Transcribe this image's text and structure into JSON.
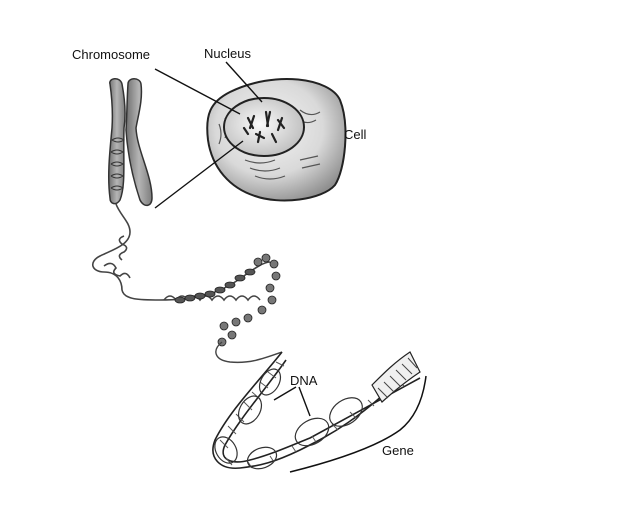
{
  "labels": {
    "chromosome": "Chromosome",
    "nucleus": "Nucleus",
    "cell": "Cell",
    "dna": "DNA",
    "gene": "Gene"
  }
}
